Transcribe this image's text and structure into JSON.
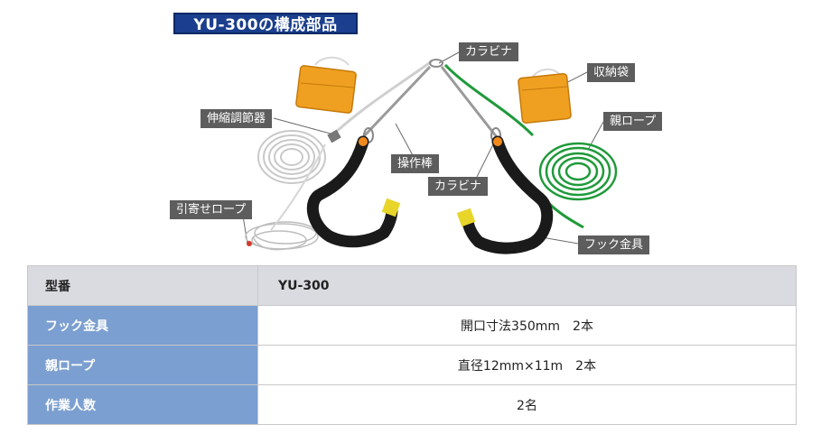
{
  "title": "YU-300の構成部品",
  "callouts": {
    "carabiner_top": "カラビナ",
    "storage_bag": "収納袋",
    "adjuster": "伸縮調節器",
    "main_rope": "親ロープ",
    "operation_rod": "操作棒",
    "carabiner_mid": "カラビナ",
    "pull_rope": "引寄せロープ",
    "hook": "フック金具"
  },
  "colors": {
    "title_bg": "#1b3f8e",
    "label_bg": "#5d5d5d",
    "table_header_bg": "#d9dbe0",
    "table_row_label_bg": "#7b9fd0",
    "rope_green": "#1f9a3a",
    "bag_orange": "#f0a020",
    "hook_black": "#1a1a1a",
    "hook_tip_yellow": "#e8d52a"
  },
  "table": {
    "header": {
      "label": "型番",
      "value": "YU-300"
    },
    "rows": [
      {
        "label": "フック金具",
        "value": "開口寸法350mm　2本"
      },
      {
        "label": "親ロープ",
        "value": "直径12mm×11m　2本"
      },
      {
        "label": "作業人数",
        "value": "2名"
      }
    ]
  }
}
